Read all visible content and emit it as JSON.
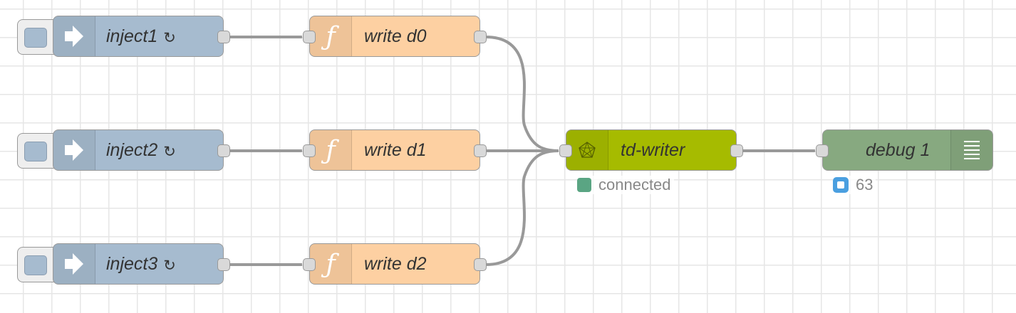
{
  "flow": {
    "inject_nodes": [
      {
        "label": "inject1",
        "repeat_symbol": "↻",
        "color": "#a6bbcf"
      },
      {
        "label": "inject2",
        "repeat_symbol": "↻",
        "color": "#a6bbcf"
      },
      {
        "label": "inject3",
        "repeat_symbol": "↻",
        "color": "#a6bbcf"
      }
    ],
    "function_nodes": [
      {
        "label": "write d0",
        "icon_glyph": "ƒ",
        "color": "#fdd0a2"
      },
      {
        "label": "write d1",
        "icon_glyph": "ƒ",
        "color": "#fdd0a2"
      },
      {
        "label": "write d2",
        "icon_glyph": "ƒ",
        "color": "#fdd0a2"
      }
    ],
    "writer_node": {
      "label": "td-writer",
      "color": "#a6bb00",
      "icon": "pentagon-network-icon",
      "status": {
        "text": "connected",
        "shape": "dot",
        "color": "#5aa583"
      }
    },
    "debug_node": {
      "label": "debug 1",
      "color": "#87a980",
      "status": {
        "text": "63",
        "shape": "ring",
        "color": "#4a9fe0"
      }
    },
    "wire_color": "#999999",
    "grid_color": "#e6e6e6"
  }
}
